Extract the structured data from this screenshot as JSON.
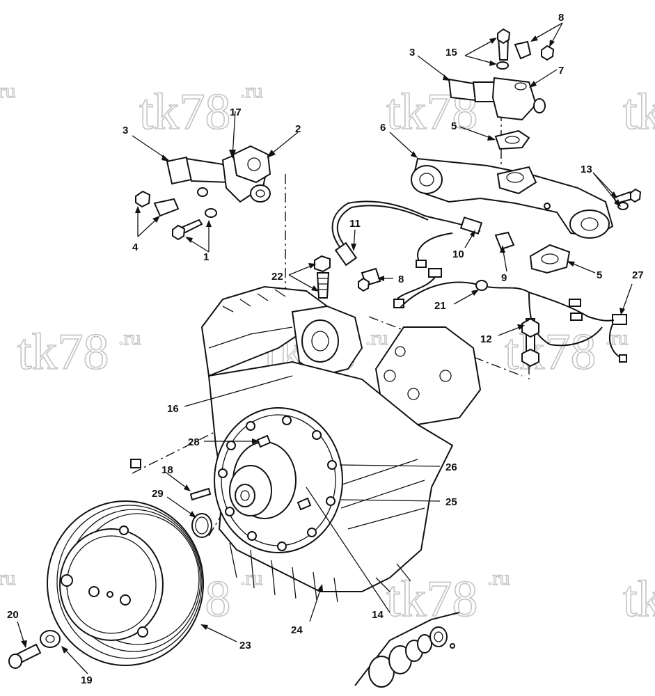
{
  "watermarks": [
    {
      "id": "wm-1",
      "main": "tk78",
      "suffix": ".ru"
    },
    {
      "id": "wm-2",
      "main": "tk78",
      "suffix": ".ru"
    },
    {
      "id": "wm-3",
      "main": "tk78",
      "suffix": ".ru"
    },
    {
      "id": "wm-4",
      "main": "tk78",
      "suffix": ".ru"
    },
    {
      "id": "wm-5",
      "main": "tk78",
      "suffix": ".ru"
    },
    {
      "id": "wm-6",
      "main": "tk78",
      "suffix": ".ru"
    },
    {
      "id": "wm-7",
      "main": "tk78",
      "suffix": ".ru"
    },
    {
      "id": "wm-8",
      "main": "tk78",
      "suffix": ".ru"
    }
  ],
  "callouts": {
    "c1": "1",
    "c2": "2",
    "c3a": "3",
    "c3b": "3",
    "c4": "4",
    "c5a": "5",
    "c5b": "5",
    "c6": "6",
    "c7": "7",
    "c8a": "8",
    "c8b": "8",
    "c9": "9",
    "c10": "10",
    "c11": "11",
    "c12": "12",
    "c13": "13",
    "c14": "14",
    "c15": "15",
    "c16": "16",
    "c17": "17",
    "c18": "18",
    "c19": "19",
    "c20": "20",
    "c21": "21",
    "c22": "22",
    "c23": "23",
    "c24": "24",
    "c25": "25",
    "c26": "26",
    "c27": "27",
    "c28": "28",
    "c29": "29"
  },
  "colors": {
    "ink": "#111111",
    "watermark": "#c4c4c4",
    "background": "#ffffff"
  }
}
